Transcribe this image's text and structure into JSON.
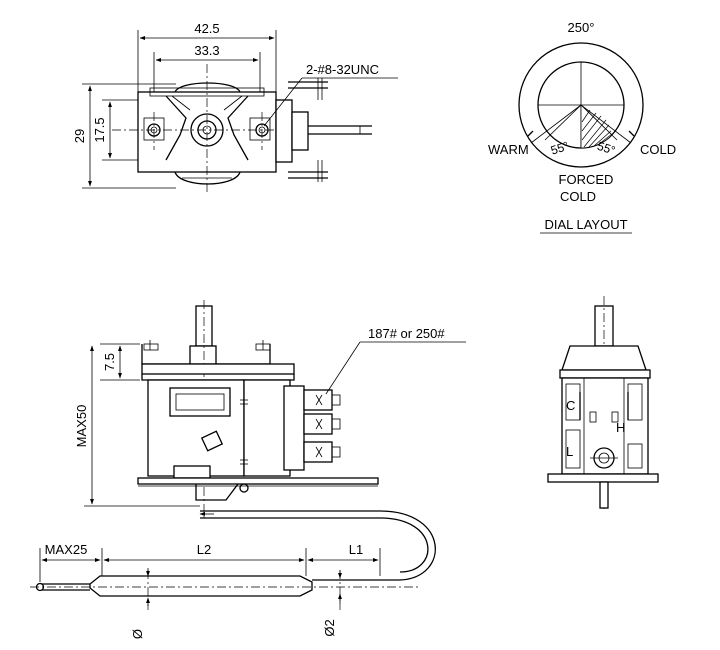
{
  "top_view": {
    "dim_width_outer": "42.5",
    "dim_width_inner": "33.3",
    "dim_height_outer": "29",
    "dim_height_inner": "17.5",
    "thread_note": "2-#8-32UNC"
  },
  "dial": {
    "angle_total": "250°",
    "angle_left": "55°",
    "angle_right": "55°",
    "label_warm": "WARM",
    "label_cold": "COLD",
    "label_forced_line1": "FORCED",
    "label_forced_line2": "COLD",
    "caption": "DIAL LAYOUT"
  },
  "side_view": {
    "terminal_note": "187# or 250#",
    "dim_shaft": "7.5",
    "dim_height": "MAX50",
    "dim_bulb_tip": "MAX25",
    "dim_bulb_len": "L2",
    "dim_tube_len": "L1",
    "dim_bulb_dia": "Ø",
    "dim_tube_dia": "Ø2"
  },
  "end_view": {
    "letter_c": "C",
    "letter_h": "H",
    "letter_l": "L"
  }
}
